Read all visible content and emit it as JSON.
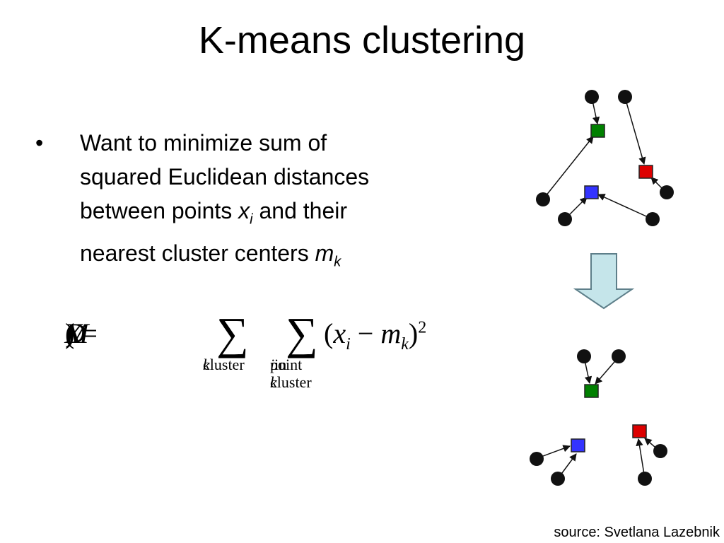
{
  "slide": {
    "title": "K-means clustering",
    "bullet_symbol": "•",
    "bullet_lines": [
      "Want to minimize sum of",
      "squared Euclidean distances",
      "between points ",
      "and their",
      "nearest cluster centers "
    ],
    "var_x": "x",
    "sub_i": "i",
    "var_m": "m",
    "sub_k": "k",
    "source": "source: Svetlana Lazebnik"
  },
  "formula": {
    "D": "D",
    "X": "X",
    "M": "M",
    "sum_symbol": "∑",
    "x": "x",
    "i": "i",
    "m": "m",
    "k": "k",
    "power": "2",
    "under_sum1_word": "cluster ",
    "under_sum1_var": "k",
    "under_sum2_word1": "point ",
    "under_sum2_var1": "i",
    "under_sum2_word2": " in",
    "under_sum2_word3": "cluster ",
    "under_sum2_var2": "k"
  },
  "colors": {
    "green_center": "#008000",
    "red_center": "#dd0000",
    "blue_center": "#3333ff",
    "points": "#111111",
    "arrow_fill": "#c5e5ea",
    "arrow_stroke": "#5e7f8a"
  }
}
